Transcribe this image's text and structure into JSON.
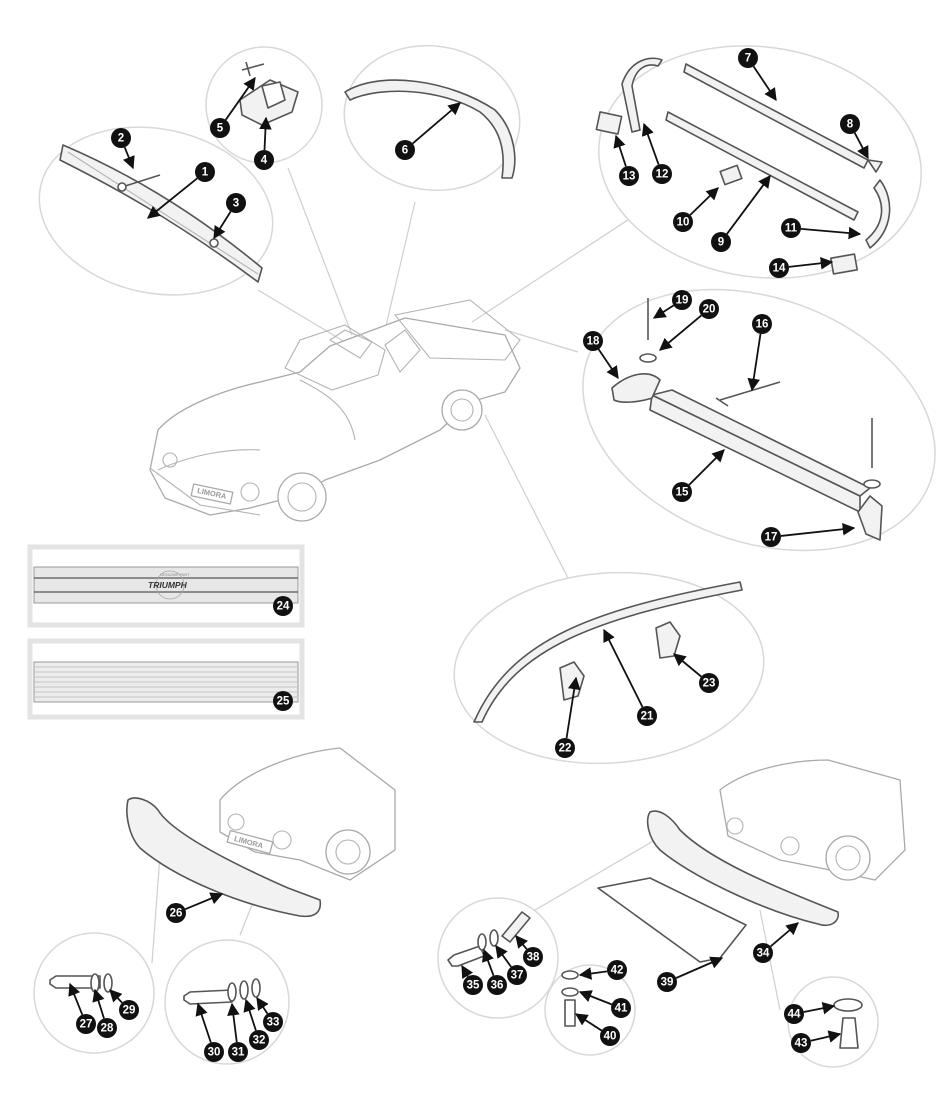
{
  "diagram": {
    "parts": [
      "1",
      "2",
      "3",
      "4",
      "5",
      "6",
      "7",
      "8",
      "9",
      "10",
      "11",
      "12",
      "13",
      "14",
      "15",
      "16",
      "17",
      "18",
      "19",
      "20",
      "21",
      "22",
      "23",
      "24",
      "25",
      "26",
      "27",
      "28",
      "29",
      "30",
      "31",
      "32",
      "33",
      "34",
      "35",
      "36",
      "37",
      "38",
      "39",
      "40",
      "41",
      "42",
      "43",
      "44"
    ],
    "car_plate": "LIMORA",
    "badge_brand": "TRIUMPH",
    "badge_seal": "GENUINE PART"
  },
  "colors": {
    "badge": "#111111",
    "bubble_border": "#d8d8d8",
    "part_stroke": "#555555"
  }
}
